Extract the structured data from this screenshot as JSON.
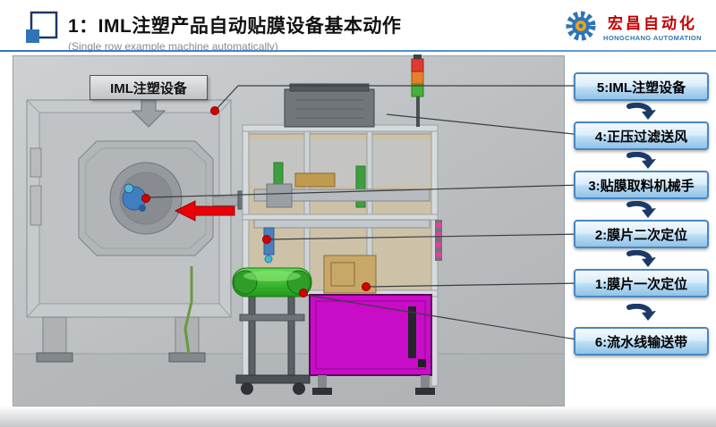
{
  "slide": {
    "title": "1：IML注塑产品自动贴膜设备基本动作",
    "subtitle": "(Single row example machine automatically)"
  },
  "brand": {
    "company_cn": "宏昌自动化",
    "company_en": "HONGCHANG AUTOMATION"
  },
  "diagram": {
    "machine_label": "IML注塑设备",
    "callouts": [
      {
        "step": 5,
        "label": "5:IML注塑设备"
      },
      {
        "step": 4,
        "label": "4:正压过滤送风"
      },
      {
        "step": 3,
        "label": "3:贴膜取料机械手"
      },
      {
        "step": 2,
        "label": "2:膜片二次定位"
      },
      {
        "step": 1,
        "label": "1:膜片一次定位"
      },
      {
        "step": 6,
        "label": "6:流水线输送带"
      }
    ]
  },
  "colors": {
    "accent_blue": "#2e75b6",
    "flow_arrow_navy": "#1b3a67",
    "brand_red": "#c00000",
    "callout_border": "#4a86c0",
    "hotspot_red": "#d40000",
    "pointer_red": "#e8000a",
    "cabinet_magenta": "#c80cc8",
    "conveyor_green": "#2fae2a",
    "panel_gray": "#bfc3c5"
  }
}
